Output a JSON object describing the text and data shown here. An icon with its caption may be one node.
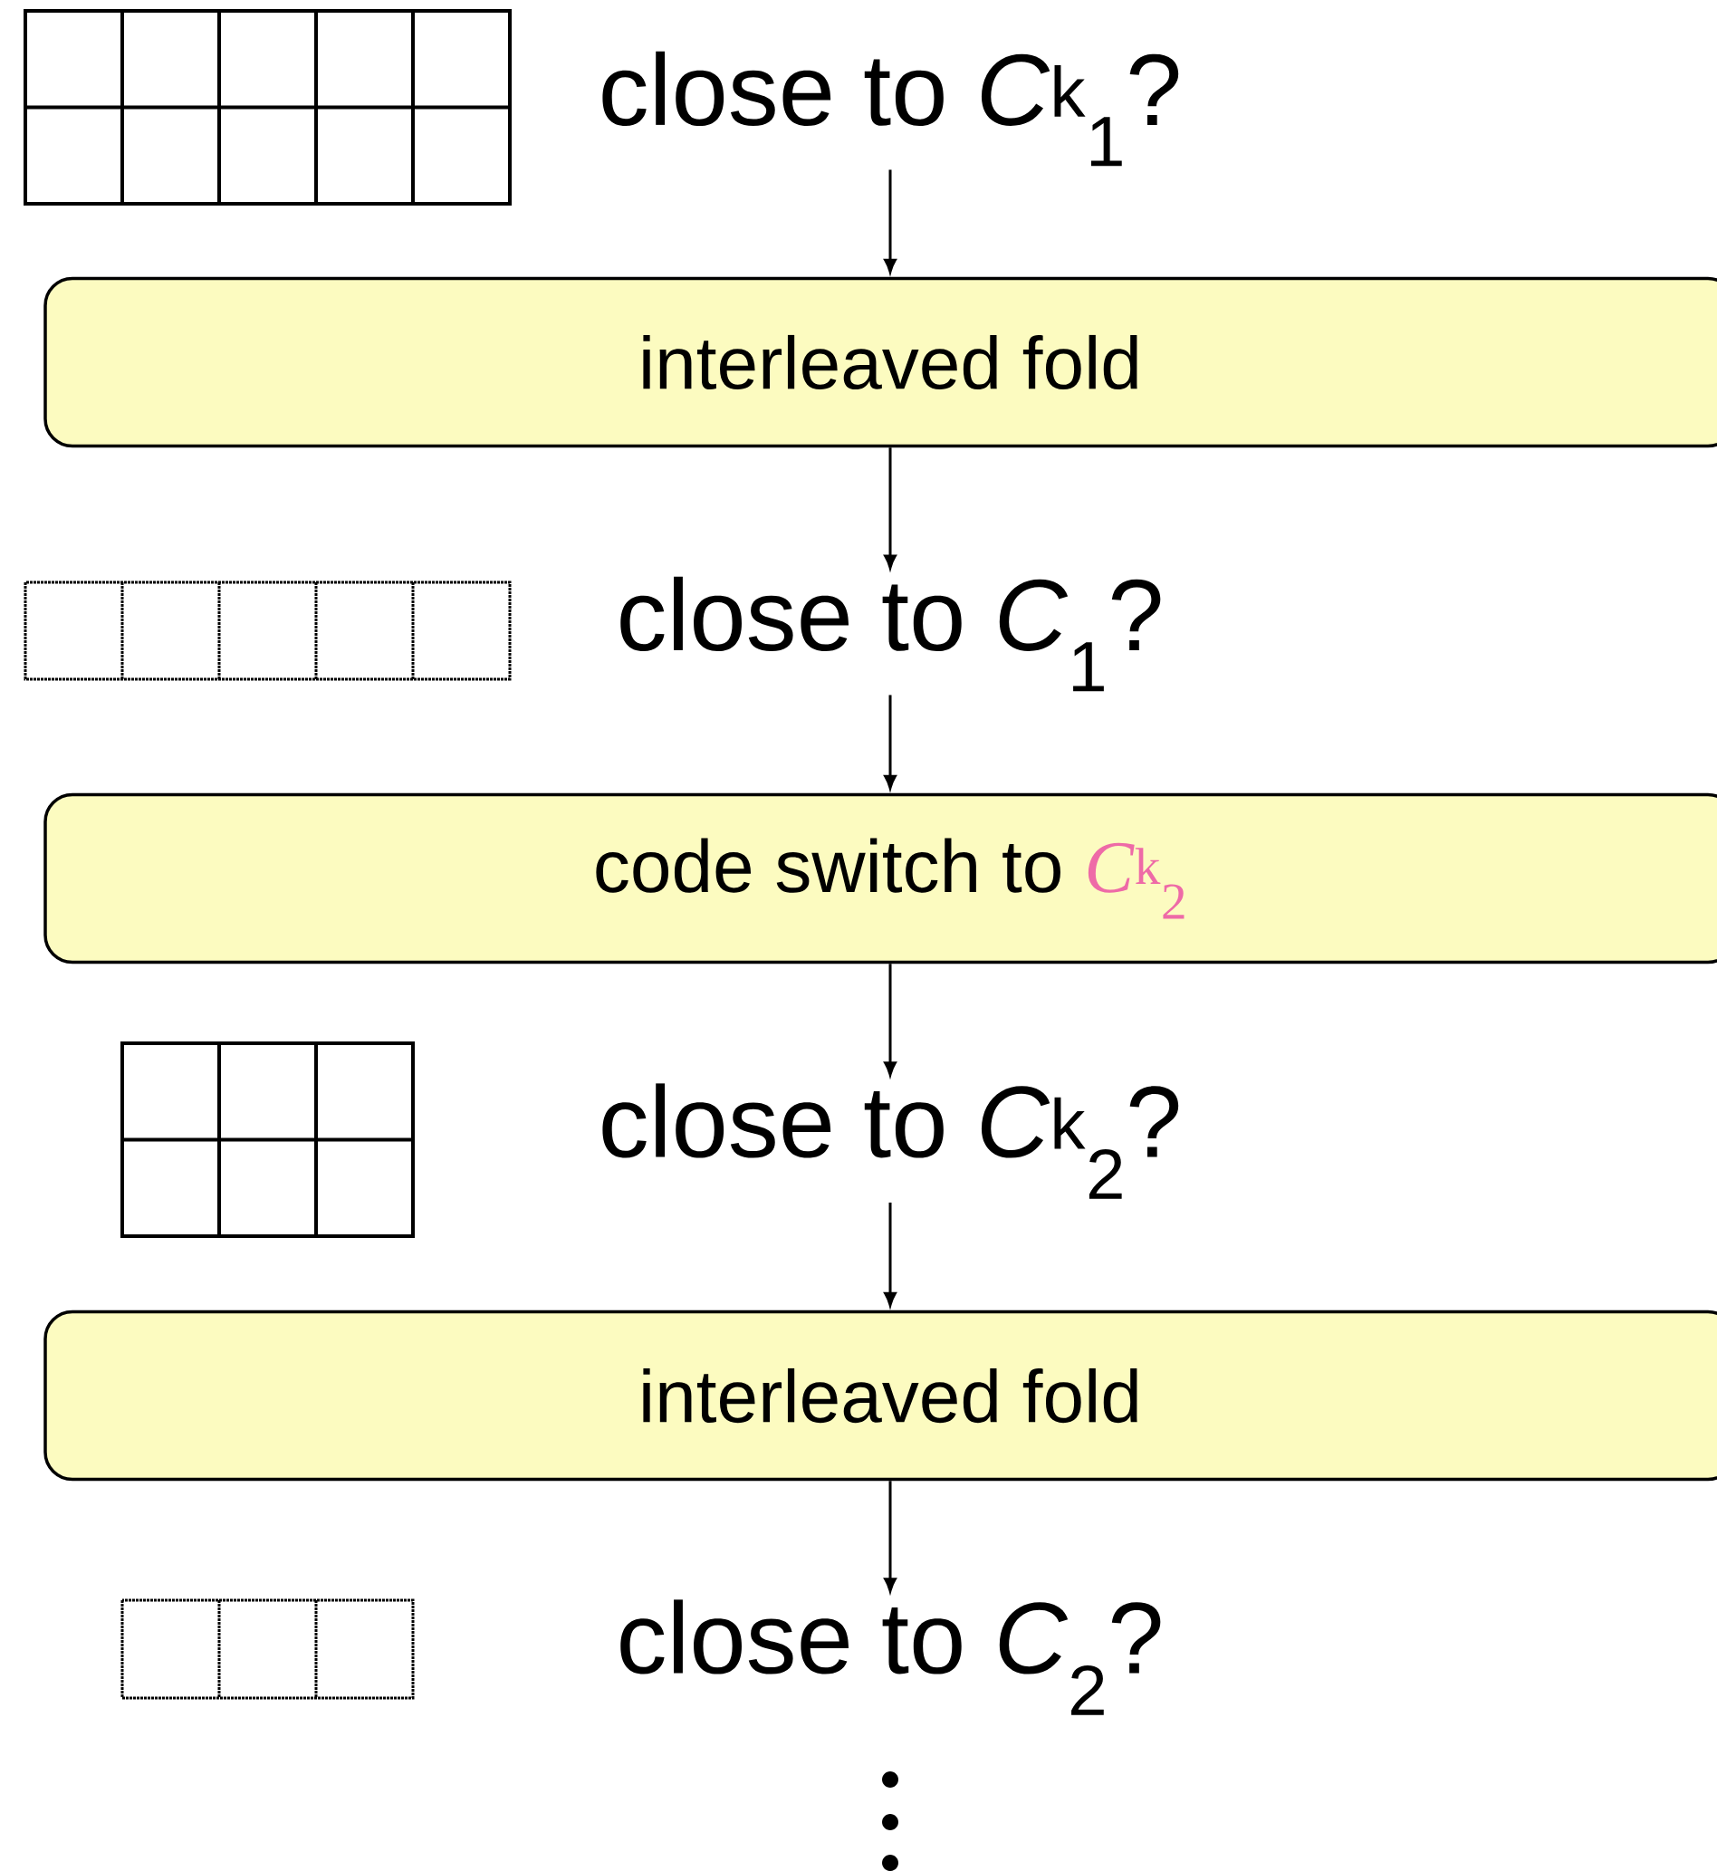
{
  "diagram": {
    "nodes": [
      {
        "text": [
          "close to *C*$^{k}$$_{1}$?"
        ]
      },
      {
        "text": [
          "interleaved fold"
        ]
      },
      {
        "text": [
          "close to *C*$_{1}$?"
        ]
      },
      {
        "text": [
          "code switch to",
          "*C*$^{k}$$_{2}$"
        ]
      },
      {
        "text": [
          "close to *C*$^{k}$$_{2}$?"
        ]
      },
      {
        "text": [
          "interleaved fold"
        ]
      },
      {
        "text": [
          "close to *C*$_{2}$?"
        ]
      }
    ],
    "edges": [
      {
        "from": 0,
        "to": 1,
        "arrow": "to"
      },
      {
        "from": 1,
        "to": 2,
        "arrow": "to"
      },
      {
        "from": 2,
        "to": 3,
        "arrow": "to"
      },
      {
        "from": 3,
        "to": 4,
        "arrow": "to"
      },
      {
        "from": 4,
        "to": 5,
        "arrow": "to"
      },
      {
        "from": 5,
        "to": 6,
        "arrow": "to"
      }
    ]
  }
}
